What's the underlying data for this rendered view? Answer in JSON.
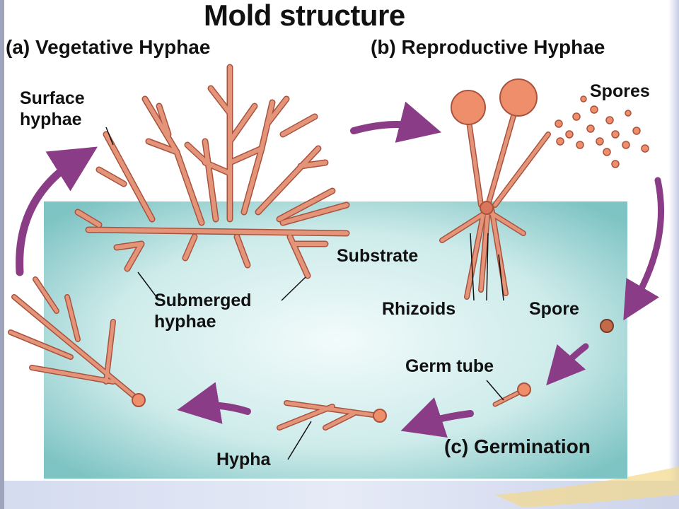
{
  "title": "Mold structure",
  "sections": {
    "vegetative": "(a) Vegetative Hyphae",
    "reproductive": "(b) Reproductive Hyphae",
    "germination": "(c) Germination"
  },
  "labels": {
    "surface_hyphae_1": "Surface",
    "surface_hyphae_2": "hyphae",
    "substrate": "Substrate",
    "submerged_hyphae_1": "Submerged",
    "submerged_hyphae_2": "hyphae",
    "spores": "Spores",
    "rhizoids": "Rhizoids",
    "spore": "Spore",
    "germ_tube": "Germ tube",
    "hypha": "Hypha"
  },
  "colors": {
    "hypha_fill": "#e49478",
    "hypha_stroke": "#a9533e",
    "spore_fill": "#ee8e6a",
    "arrow": "#8a3d86",
    "substrate": "#a7d9d8",
    "slide_frame": "#8a8fa3"
  }
}
